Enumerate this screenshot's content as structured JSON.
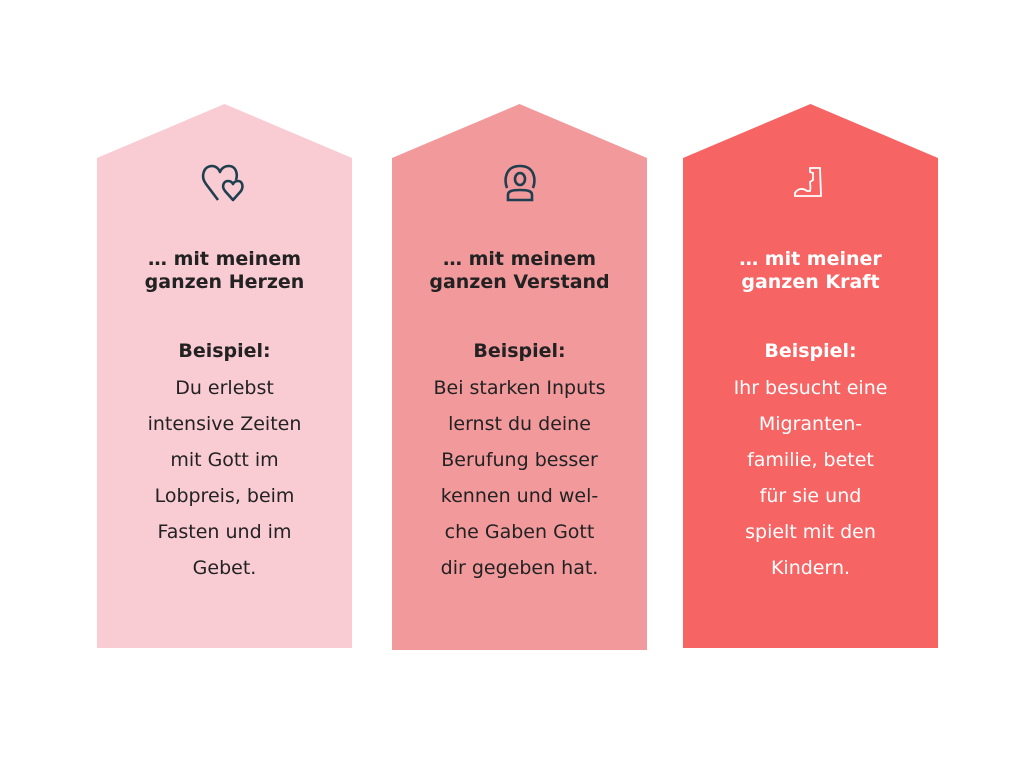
{
  "cards": [
    {
      "color": "#f9cbd3",
      "icon": "hearts-icon",
      "title": [
        "… mit meinem",
        "ganzen Herzen"
      ],
      "label": "Beispiel:",
      "lines": [
        "Du erlebst",
        "intensive Zeiten",
        "mit Gott im",
        "Lobpreis, beim",
        "Fasten und im",
        "Gebet."
      ]
    },
    {
      "color": "#f2999c",
      "icon": "person-icon",
      "title": [
        "… mit meinem",
        "ganzen Verstand"
      ],
      "label": "Beispiel:",
      "lines": [
        "Bei starken Inputs",
        "lernst du deine",
        "Berufung besser",
        "kennen und wel-",
        "che Gaben Gott",
        "dir gegeben hat."
      ]
    },
    {
      "color": "#f76464",
      "icon": "flexed-arm-icon",
      "title": [
        "… mit meiner",
        "ganzen Kraft"
      ],
      "label": "Beispiel:",
      "lines": [
        "Ihr besucht eine",
        "Migranten-",
        "familie, betet",
        "für sie und",
        "spielt mit den",
        "Kindern."
      ]
    }
  ]
}
